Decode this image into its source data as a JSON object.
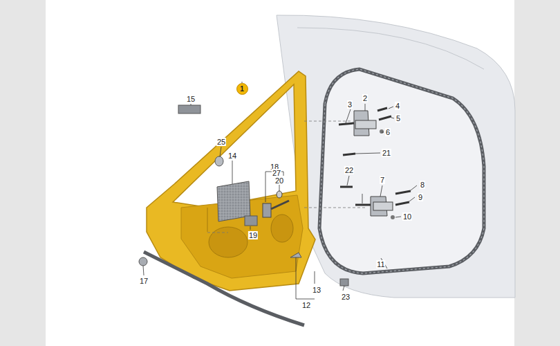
{
  "diagram": {
    "nodes": [
      {
        "text": [
          "1"
        ]
      }
    ],
    "labels": [
      "15",
      "25",
      "14",
      "18",
      "20",
      "19",
      "17",
      "12",
      "13",
      "23",
      "2",
      "3",
      "4",
      "5",
      "6",
      "21",
      "22",
      "7",
      "8",
      "9",
      "10",
      "11",
      "27"
    ]
  }
}
